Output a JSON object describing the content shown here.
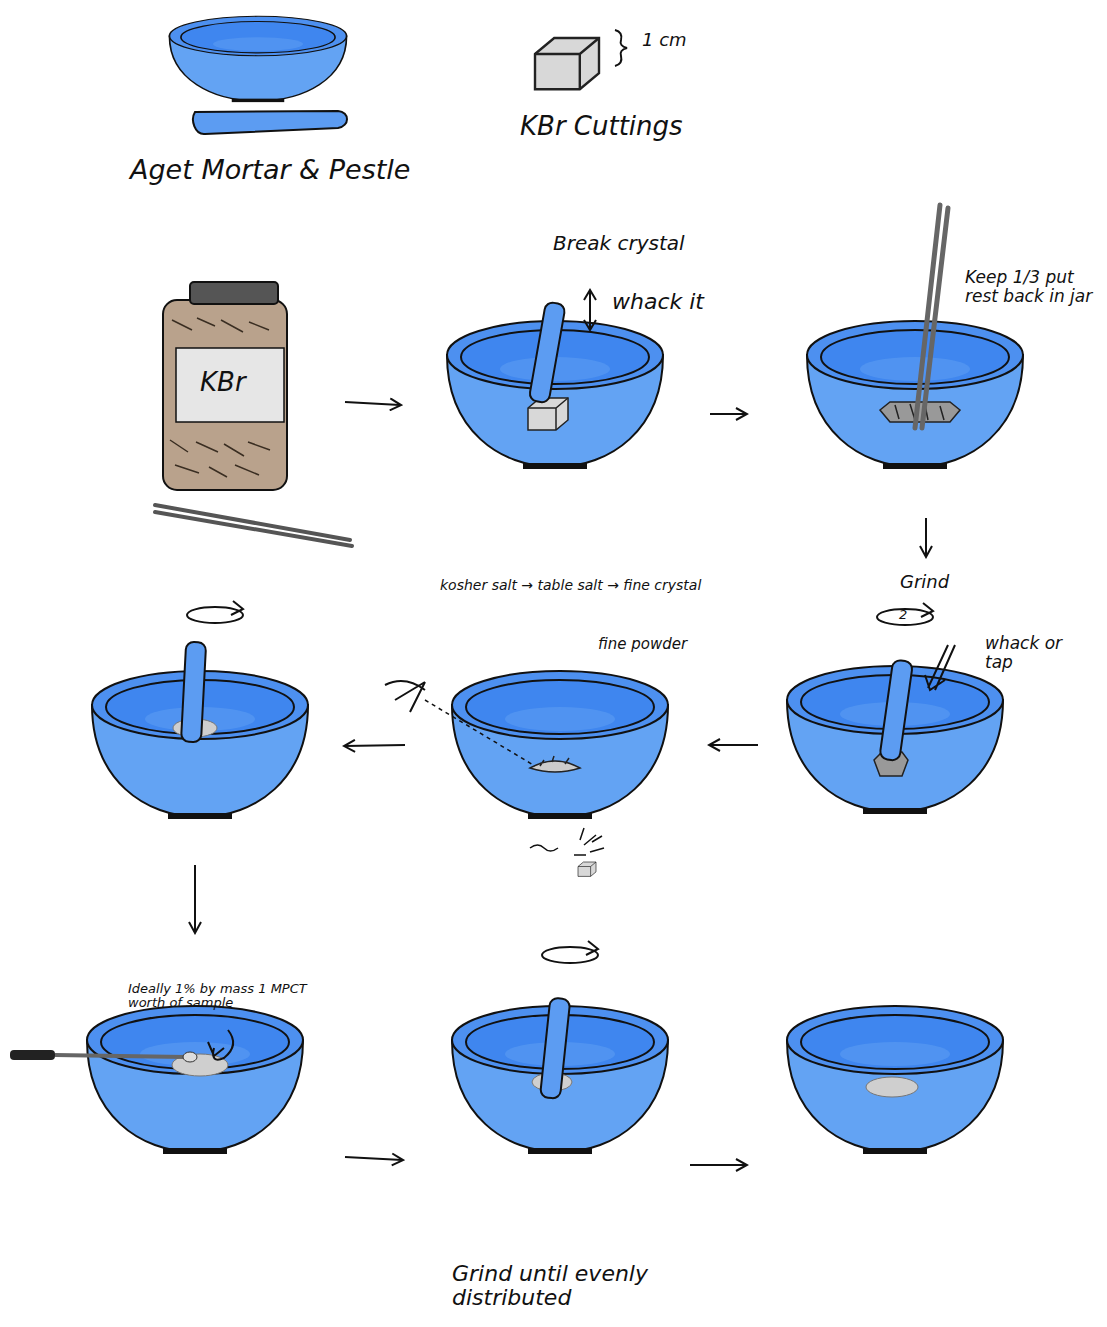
{
  "diagram": {
    "labels": [
      "Aget Mortar & Pestle",
      "1 cm",
      "KBr Cuttings",
      "KBr",
      "Break crystal",
      "whack it",
      "Keep 1/3 put rest back in jar",
      "Grind",
      "2",
      "whack or tap",
      "kosher salt → table salt → fine crystal",
      "fine powder",
      "Ideally 1% by mass 1 MPCT worth of sample",
      "Grind until evenly distributed"
    ]
  }
}
